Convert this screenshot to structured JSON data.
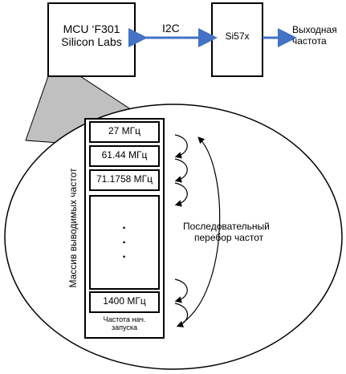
{
  "blocks": {
    "mcu": {
      "line1": "MCU ‘F301",
      "line2": "Silicon Labs"
    },
    "si57x": "Si57x",
    "output": {
      "line1": "Выходная",
      "line2": "частота"
    }
  },
  "bus_label": "I2C",
  "colors": {
    "bus": "#4472c4",
    "callout": "#c0c0c0",
    "stroke": "#000000"
  },
  "array": {
    "vertical_label": "Массив выводимых частот",
    "cells": [
      "27 МГц",
      "61.44 МГц",
      "71.1758 МГц",
      "1400 МГц"
    ],
    "ellipsis": [
      "·",
      "·",
      "·"
    ],
    "start_cell": {
      "line1": "Частота нач.",
      "line2": "запуска"
    }
  },
  "sweep_label": {
    "line1": "Последовательный",
    "line2": "перебор частот"
  }
}
